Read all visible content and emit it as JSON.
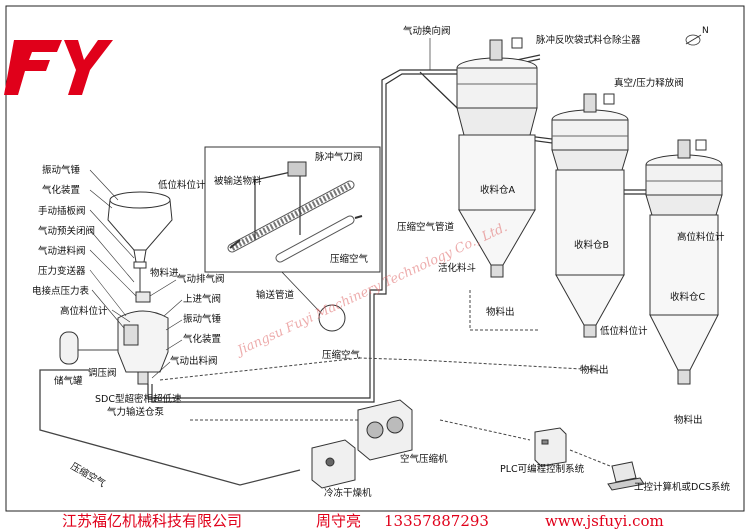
{
  "logo": {
    "text": "FY",
    "color": "#e0001a"
  },
  "watermark": "Jiangsu Fuyi Machinery Technology Co., Ltd.",
  "labels": {
    "pneumatic_reversing_valve": "气动换向阀",
    "pulse_bag_dust_collector": "脉冲反吹袋式料仓除尘器",
    "vacuum_relief_valve": "真空/压力释放阀",
    "vibrating_hammer_top": "振动气锤",
    "aeration_device_top": "气化装置",
    "manual_gate_valve": "手动插板阀",
    "pneumatic_pre_shutoff_valve": "气动预关闭阀",
    "pneumatic_inlet_valve": "气动进料阀",
    "pressure_transmitter": "压力变送器",
    "contact_pressure_gauge": "电接点压力表",
    "high_level_gauge_left": "高位料位计",
    "pneumatic_exhaust_valve": "气动排气阀",
    "upper_inlet_valve": "上进气阀",
    "vibrating_hammer_mid": "振动气锤",
    "aeration_device_mid": "气化装置",
    "pneumatic_discharge_valve": "气动出料阀",
    "air_tank": "储气罐",
    "regulating_valve": "调压阀",
    "pump_name_line1": "SDC型超密相超低速",
    "pump_name_line2": "气力输送仓泵",
    "low_level_gauge_top": "低位料位计",
    "material_in": "物料进",
    "pulse_knife_valve": "脉冲气刀阀",
    "conveyed_material": "被输送物料",
    "compressed_air_inset": "压缩空气",
    "compressed_air_pipe": "压缩空气管道",
    "conveying_pipe": "输送管道",
    "compressed_air_mid": "压缩空气",
    "activated_discharge": "活化料斗",
    "material_out_a": "物料出",
    "silo_a": "收料仓A",
    "silo_b": "收料仓B",
    "silo_c": "收料仓C",
    "low_level_gauge_b": "低位料位计",
    "material_out_b": "物料出",
    "high_level_gauge_c": "高位料位计",
    "material_out_c": "物料出",
    "air_compressor": "空气压缩机",
    "refrigerated_dryer": "冷冻干燥机",
    "plc_control": "PLC可编程控制系统",
    "industrial_pc": "工控计算机或DCS系统",
    "compressed_air_bottom": "压缩空气",
    "north_mark": "N"
  },
  "footer": {
    "company": "江苏福亿机械科技有限公司",
    "contact": "周守亮",
    "phone": "13357887293",
    "website": "www.jsfuyi.com"
  }
}
